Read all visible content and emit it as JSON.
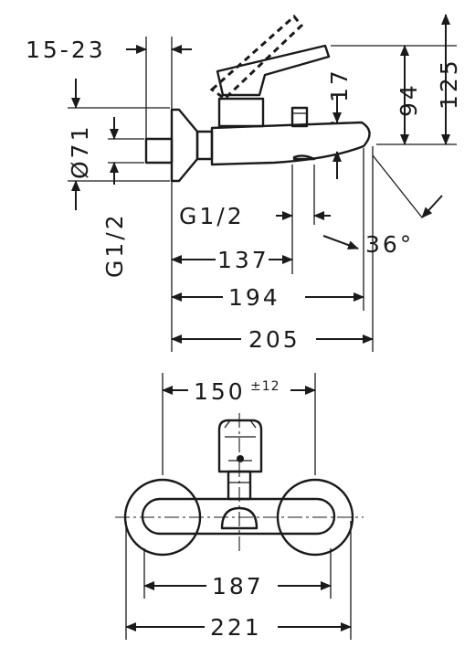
{
  "side_view": {
    "dim_connection_range": "15-23",
    "dim_rosette_diameter": "Ø71",
    "dim_inlet_thread": "G1/2",
    "dim_outlet_thread": "G1/2",
    "dim_outlet_position": "137",
    "dim_spout_reach": "194",
    "dim_total_depth": "205",
    "dim_height_spout": "17",
    "dim_height_body": "94",
    "dim_height_total": "125",
    "dim_angle": "36°"
  },
  "front_view": {
    "dim_centers": "150",
    "dim_centers_tolerance": "±12",
    "dim_rosette_span": "187",
    "dim_overall_width": "221"
  }
}
